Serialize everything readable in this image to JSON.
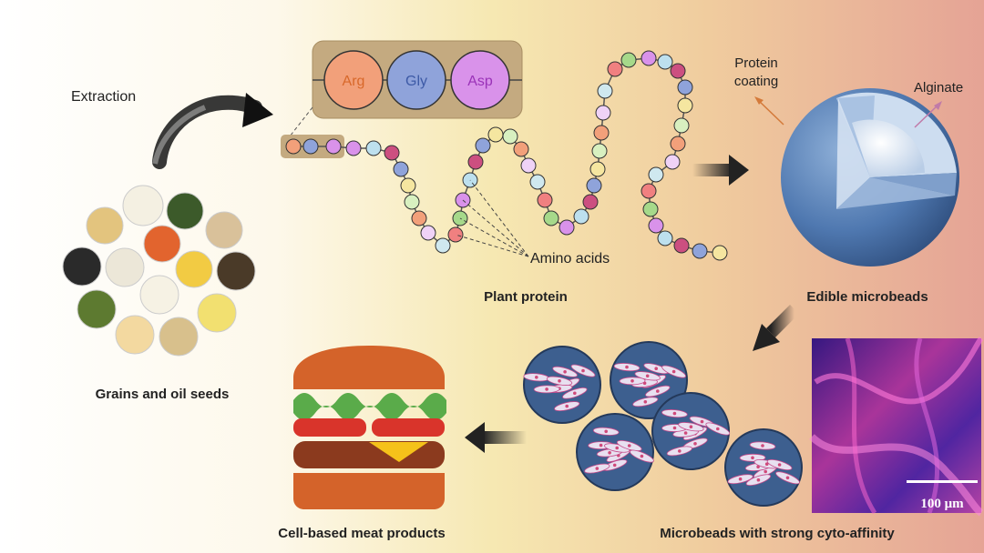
{
  "labels": {
    "extraction": "Extraction",
    "grains": "Grains and oil seeds",
    "plant_protein": "Plant protein",
    "amino_acids": "Amino acids",
    "protein_coating_1": "Protein",
    "protein_coating_2": "coating",
    "alginate": "Alginate",
    "edible_microbeads": "Edible microbeads",
    "microbeads_cyto": "Microbeads with strong cyto-affinity",
    "meat_products": "Cell-based meat products",
    "scale_bar": "100 μm"
  },
  "amino_acid_boxes": [
    {
      "name": "Arg",
      "color": "#f2a07a",
      "text_color": "#e0702e"
    },
    {
      "name": "Gly",
      "color": "#8fa3da",
      "text_color": "#3d5aa6"
    },
    {
      "name": "Asp",
      "color": "#d992ea",
      "text_color": "#a03fbf"
    }
  ],
  "colors": {
    "bg_left": "#ffffff",
    "bg_mid": "#f5e6a8",
    "bg_right": "#e8a898",
    "bead_blue": "#3d5f8f",
    "bun": "#d4632a",
    "lettuce": "#5aab4a",
    "tomato": "#d9342b",
    "patty": "#8b3a1e",
    "cheese": "#f5c21a"
  }
}
